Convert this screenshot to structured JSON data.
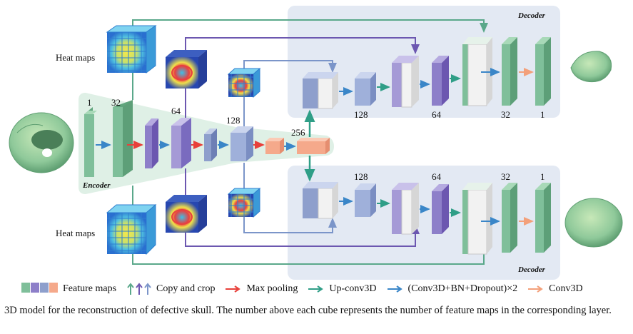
{
  "labels": {
    "heat_maps_top": "Heat maps",
    "heat_maps_bottom": "Heat maps",
    "encoder": "Encoder",
    "decoder_top": "Decoder",
    "decoder_bottom": "Decoder"
  },
  "numbers": {
    "enc_1": "1",
    "enc_32": "32",
    "enc_64": "64",
    "enc_128": "128",
    "enc_256": "256",
    "dt_128": "128",
    "dt_64": "64",
    "dt_32": "32",
    "dt_1": "1",
    "db_128": "128",
    "db_64": "64",
    "db_32": "32",
    "db_1": "1"
  },
  "legend": {
    "feature_maps": "Feature maps",
    "copy_crop": "Copy and crop",
    "max_pooling": "Max pooling",
    "up_conv": "Up-conv3D",
    "conv_bn": "(Conv3D+BN+Dropout)×2",
    "conv3d": "Conv3D"
  },
  "caption": "3D model for the reconstruction of defective skull. The number above each cube represents the number of feature maps in the corresponding layer.",
  "colors": {
    "green_block": "#7fbf9a",
    "purple_block": "#8d7fc9",
    "blue_block": "#8e9fcc",
    "orange_block": "#f5a98b",
    "max_pool": "#e8403a",
    "up_conv": "#2f9e87",
    "conv_bn": "#3a86c8",
    "conv3d": "#f3a07a",
    "copy_green": "#5aa88a",
    "copy_purple": "#6c57b0",
    "copy_blue": "#7b95c9",
    "encoder_bg": "#dff0e6",
    "decoder_bg": "#e3e9f3"
  },
  "icons": [
    "skull-input-icon",
    "skull-output-top-icon",
    "skull-output-bottom-icon",
    "heatmap-cube-icon"
  ]
}
